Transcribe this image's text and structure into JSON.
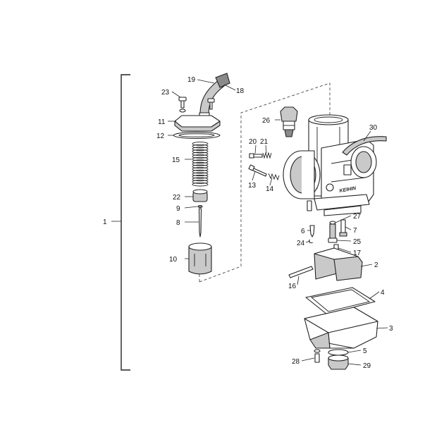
{
  "callouts": {
    "c1": "1",
    "c2": "2",
    "c3": "3",
    "c4": "4",
    "c5": "5",
    "c6": "6",
    "c7": "7",
    "c8": "8",
    "c9": "9",
    "c10": "10",
    "c11": "11",
    "c12": "12",
    "c13": "13",
    "c14": "14",
    "c15": "15",
    "c16": "16",
    "c17": "17",
    "c18": "18",
    "c19": "19",
    "c20": "20",
    "c21": "21",
    "c22": "22",
    "c23": "23",
    "c24": "24",
    "c25": "25",
    "c26": "26",
    "c27": "27",
    "c28": "28",
    "c29": "29",
    "c30": "30"
  },
  "brand_mark": "KEIHIN"
}
